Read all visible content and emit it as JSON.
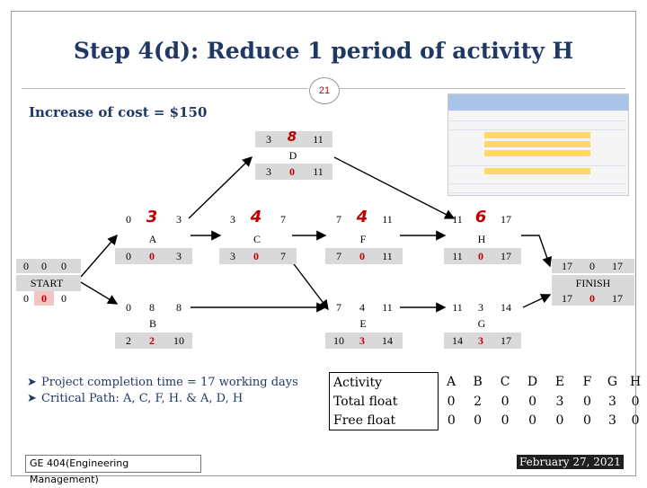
{
  "slide": {
    "title": "Step 4(d): Reduce 1 period of activity H",
    "page_number": "21",
    "cost_note": "Increase of cost = $150",
    "footer_course": "GE 404(Engineering Management)",
    "footer_date": "February 27, 2021"
  },
  "nodes": {
    "start": {
      "es": "0",
      "dur": "0",
      "ef": "0",
      "name": "START",
      "ls": "0",
      "tf": "0",
      "lf": "0"
    },
    "a": {
      "es": "0",
      "dur": "3",
      "ef": "3",
      "name": "A",
      "ls": "0",
      "tf": "0",
      "lf": "3"
    },
    "b": {
      "es": "0",
      "dur": "8",
      "ef": "8",
      "name": "B",
      "ls": "2",
      "tf": "2",
      "lf": "10"
    },
    "c": {
      "es": "3",
      "dur": "4",
      "ef": "7",
      "name": "C",
      "ls": "3",
      "tf": "0",
      "lf": "7"
    },
    "d": {
      "es": "3",
      "dur": "8",
      "ef": "11",
      "name": "D",
      "ls": "3",
      "tf": "0",
      "lf": "11"
    },
    "e": {
      "es": "7",
      "dur": "4",
      "ef": "11",
      "name": "E",
      "ls": "10",
      "tf": "3",
      "lf": "14"
    },
    "f": {
      "es": "7",
      "dur": "4",
      "ef": "11",
      "name": "F",
      "ls": "7",
      "tf": "0",
      "lf": "11"
    },
    "g": {
      "es": "11",
      "dur": "3",
      "ef": "14",
      "name": "G",
      "ls": "14",
      "tf": "3",
      "lf": "17"
    },
    "h": {
      "es": "11",
      "dur": "6",
      "ef": "17",
      "name": "H",
      "ls": "11",
      "tf": "0",
      "lf": "17"
    },
    "finish": {
      "es": "17",
      "dur": "0",
      "ef": "17",
      "name": "FINISH",
      "ls": "17",
      "tf": "0",
      "lf": "17"
    }
  },
  "bullets": [
    "Project completion time = 17 working days",
    "Critical Path: A, C, F, H. & A, D, H"
  ],
  "float_table": {
    "row_labels": [
      "Activity",
      "Total float",
      "Free float"
    ],
    "activities": [
      "A",
      "B",
      "C",
      "D",
      "E",
      "F",
      "G",
      "H"
    ],
    "total_float": [
      "0",
      "2",
      "0",
      "0",
      "3",
      "0",
      "3",
      "0"
    ],
    "free_float": [
      "0",
      "0",
      "0",
      "0",
      "0",
      "0",
      "3",
      "0"
    ]
  },
  "colors": {
    "title": "#1f3864",
    "critical_number": "#c00000",
    "arrow": "#000000"
  }
}
